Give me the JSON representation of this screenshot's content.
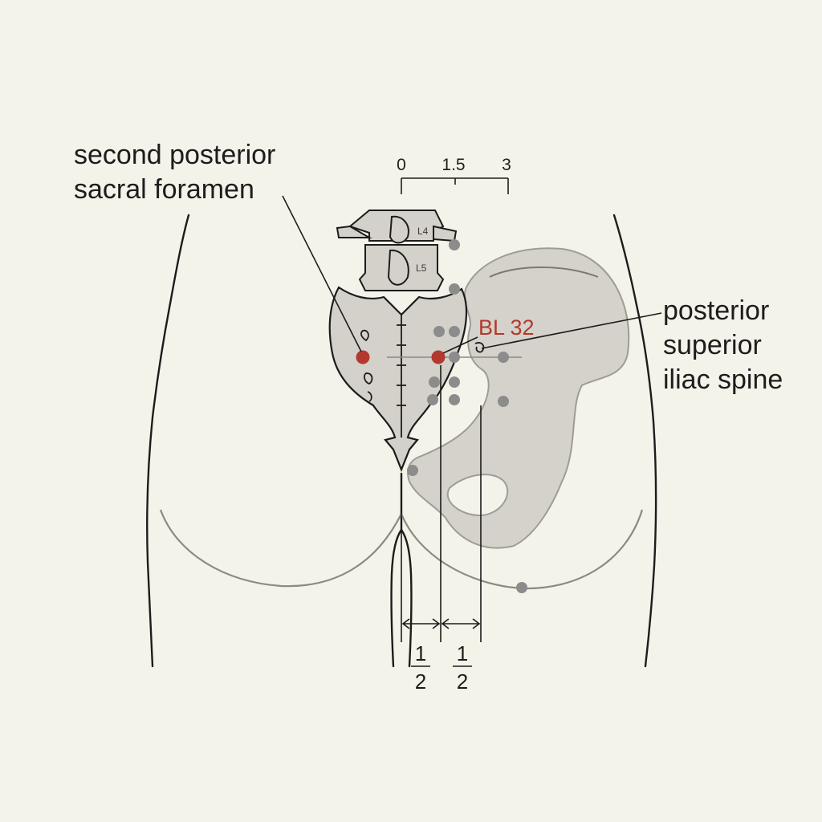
{
  "labels": {
    "second_foramen_line1": "second posterior",
    "second_foramen_line2": "sacral foramen",
    "psis_line1": "posterior",
    "psis_line2": "superior",
    "psis_line3": "iliac spine",
    "point_name": "BL 32"
  },
  "scale": {
    "tick0": "0",
    "tick1": "1.5",
    "tick2": "3"
  },
  "vertebrae": {
    "upper": "L4",
    "lower": "L5"
  },
  "measures": {
    "left_numerator": "1",
    "left_denominator": "2",
    "right_numerator": "1",
    "right_denominator": "2"
  },
  "colors": {
    "background": "#f4f3e9",
    "outline": "#1c1c1c",
    "bone_fill": "#d3d1c9",
    "acupoint_red": "#b3382e",
    "acupoint_gray": "#8c8c8c"
  }
}
